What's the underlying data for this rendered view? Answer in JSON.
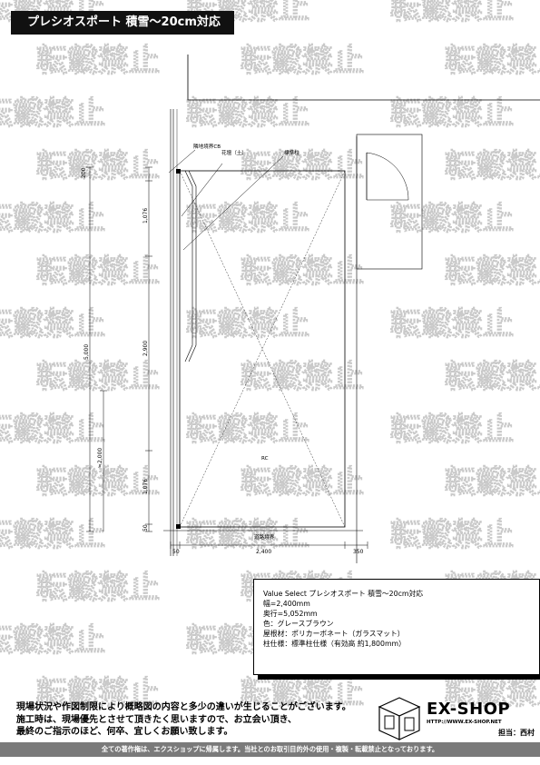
{
  "title": "プレシオスポート 積雪～20cm対応",
  "watermark_text": "転載禁止",
  "plan": {
    "labels": {
      "boundary_cb": "隣地境界CB",
      "flowerbed": "花壇（土）",
      "standard_post": "標準柱",
      "center_mark": "RC",
      "road_boundary": "道路境界"
    },
    "dims_vertical": {
      "top": "200",
      "upper": "1,076",
      "middle": "2,900",
      "lower": "1,076",
      "bottom": "50",
      "total": "5,000",
      "side": "≒2,000"
    },
    "dims_horizontal": {
      "left": "50",
      "width": "2,400",
      "right": "350"
    }
  },
  "spec": {
    "line1": "Value Select プレシオスポート 積雪～20cm対応",
    "line2": "幅=2,400mm",
    "line3": "奥行=5,052mm",
    "line4": "色：グレースブラウン",
    "line5": "屋根材：ポリカーボネート（ガラスマット）",
    "line6": "柱仕様：標準柱仕様（有効高 約1,800mm）"
  },
  "notes": {
    "line1": "現場状況や作図制限により概略図の内容と多少の違いが生じることがございます。",
    "line2": "施工時は、現場優先とさせて頂きたく思いますので、お立会い頂き、",
    "line3": "最終のご指示のほど、何卒、宜しくお願い致します。"
  },
  "logo": {
    "name": "EX-SHOP",
    "url": "HTTP://WWW.EX-SHOP.NET",
    "staff": "担当：西村"
  },
  "footer": "全ての著作権は、エクスショップに帰属します。当社とのお取引目的外の使用・複製・転載禁止となっております。"
}
